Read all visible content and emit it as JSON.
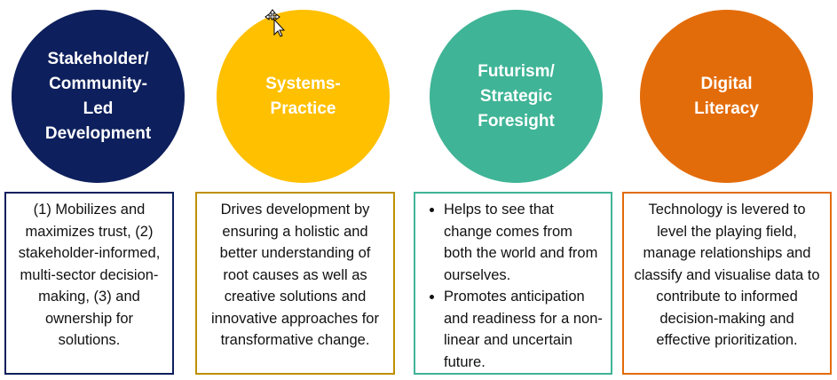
{
  "columns": [
    {
      "title": "Stakeholder/ Community-Led Development",
      "title_lines": [
        "Stakeholder/",
        "Community-",
        "Led",
        "Development"
      ],
      "circle_color": "#0d1f5c",
      "border_color": "#0d1f5c",
      "description": "(1) Mobilizes and maximizes trust, (2) stakeholder-informed, multi-sector decision-making, (3) and ownership for solutions."
    },
    {
      "title": "Systems-Practice",
      "title_lines": [
        "Systems-",
        "Practice"
      ],
      "circle_color": "#ffc000",
      "border_color": "#bf9000",
      "description": "Drives development by ensuring a holistic and better understanding of root causes as well as creative solutions and innovative approaches for transformative change."
    },
    {
      "title": "Futurism/ Strategic Foresight",
      "title_lines": [
        "Futurism/",
        "Strategic",
        "Foresight"
      ],
      "circle_color": "#3fb496",
      "border_color": "#3fb496",
      "bullets": [
        "Helps to see that change comes from both the world and from ourselves.",
        "Promotes anticipation and readiness for a non-linear and uncertain future."
      ]
    },
    {
      "title": "Digital Literacy",
      "title_lines": [
        "Digital",
        "Literacy"
      ],
      "circle_color": "#e36c0a",
      "border_color": "#e36c0a",
      "description": "Technology is levered to level the playing field, manage relationships and classify and visualise data to contribute to informed decision-making and effective prioritization."
    }
  ]
}
